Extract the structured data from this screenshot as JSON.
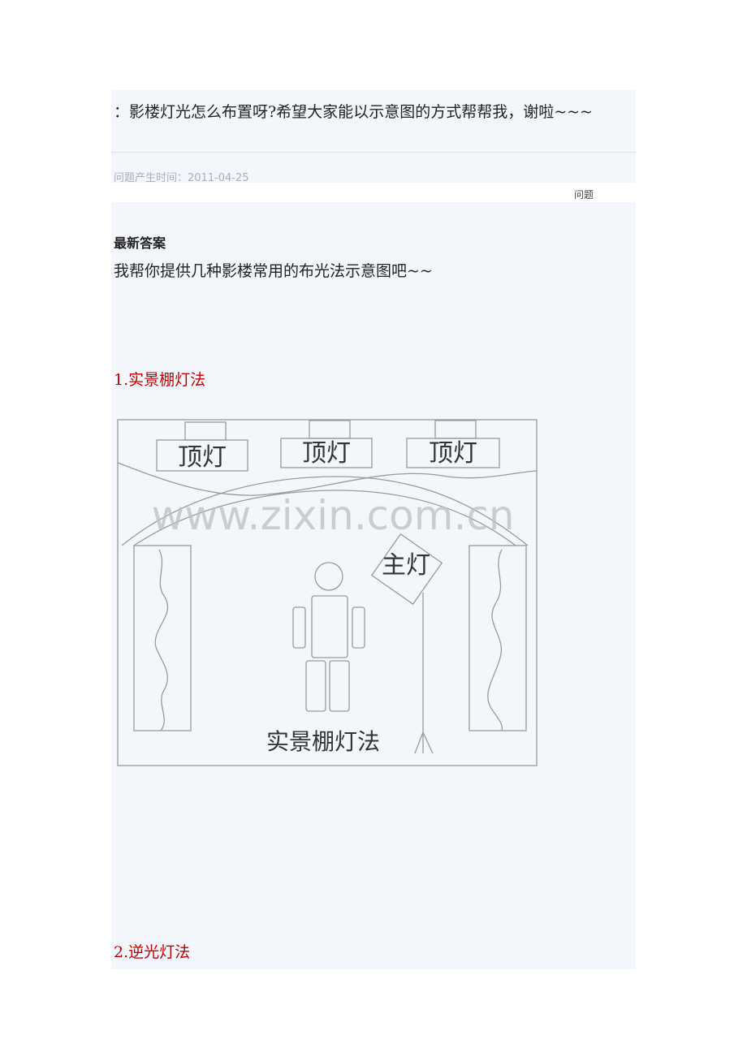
{
  "question": {
    "text": "：影楼灯光怎么布置呀?希望大家能以示意图的方式帮帮我，谢啦~~~",
    "time_label": "问题产生时间：2011-04-25",
    "tag": "问题"
  },
  "answer": {
    "heading": "最新答案",
    "lead": "我帮你提供几种影楼常用的布光法示意图吧~~",
    "sections": [
      {
        "title": "1.实景棚灯法"
      },
      {
        "title": "2.逆光灯法"
      }
    ]
  },
  "diagram": {
    "top_light_labels": [
      "顶灯",
      "顶灯",
      "顶灯"
    ],
    "main_light_label": "主灯",
    "caption": "实景棚灯法",
    "watermark": "www.zixin.com.cn"
  }
}
